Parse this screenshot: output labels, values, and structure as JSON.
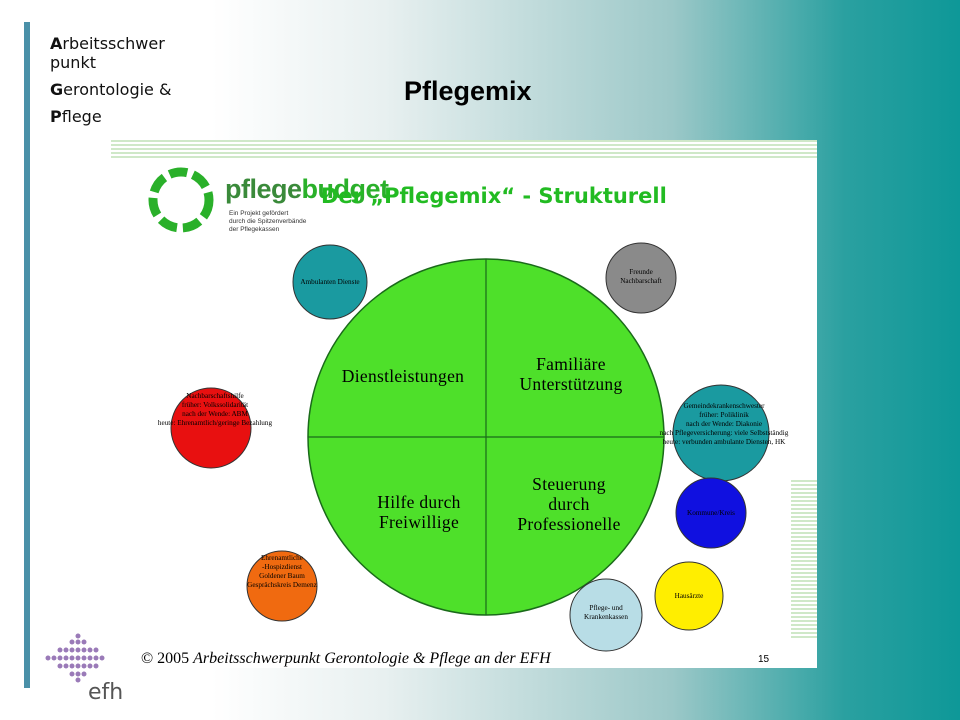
{
  "brand": {
    "line1_initial": "A",
    "line1_rest": "rbeitsschwer",
    "line2": "punkt",
    "line3_initial": "G",
    "line3_rest": "erontologie &",
    "line4_initial": "P",
    "line4_rest": "flege"
  },
  "page_title": "Pflegemix",
  "slide": {
    "logo": {
      "word_part1": "pflege",
      "word_part2": "budget",
      "sub_line1": "Ein Projekt gefördert",
      "sub_line2": "durch die Spitzenverbände",
      "sub_line3": "der Pflegekassen"
    },
    "title": "Der „Pflegemix“ - Strukturell",
    "quadrants": {
      "top_left": "Dienstleistungen",
      "top_right_1": "Familiäre",
      "top_right_2": "Unterstützung",
      "bottom_left_1": "Hilfe durch",
      "bottom_left_2": "Freiwillige",
      "bottom_right_1": "Steuerung",
      "bottom_right_2": "durch",
      "bottom_right_3": "Professionelle"
    },
    "satellites": {
      "ambulant": "Ambulanten Dienste",
      "freunde_1": "Freunde",
      "freunde_2": "Nachbarschaft",
      "nachbar_1": "Nachbarschaftshilfe",
      "nachbar_2": "früher: Volkssolidarität",
      "nachbar_3": "nach der Wende: ABM",
      "nachbar_4": "heute: Ehrenamtlich/geringe Bezahlung",
      "gemeinde_1": "Gemeindekrankenschwester",
      "gemeinde_2": "früher: Poliklinik",
      "gemeinde_3": "nach der Wende: Diakonie",
      "gemeinde_4": "nach Pflegeversicherung: viele Selbstständig",
      "gemeinde_5": "heute: verbunden ambulante Diensten, HK",
      "ehren_1": "Ehrenamtliche",
      "ehren_2": "-Hospizdienst",
      "ehren_3": "Goldener Baum",
      "ehren_4": "Gesprächskreis Demenz",
      "kommune": "Kommune/Kreis",
      "hausaerzte": "Hausärzte",
      "kassen_1": "Pflege- und",
      "kassen_2": "Krankenkassen"
    },
    "footer_copyright": "© 2005",
    "footer_text": "Arbeitsschwerpunkt Gerontologie & Pflege an der EFH",
    "page_number": "15"
  },
  "efh_logo_text": "efh",
  "colors": {
    "big_circle": "#4ee02a",
    "ambulant": "#1a9aa0",
    "freunde": "#8a8a8a",
    "nachbar": "#e81010",
    "gemeinde": "#1a9aa0",
    "ehren": "#f06a10",
    "kommune": "#1010e0",
    "hausaerzte": "#ffee00",
    "kassen": "#b8dde6",
    "accent_green": "#22bb22"
  }
}
